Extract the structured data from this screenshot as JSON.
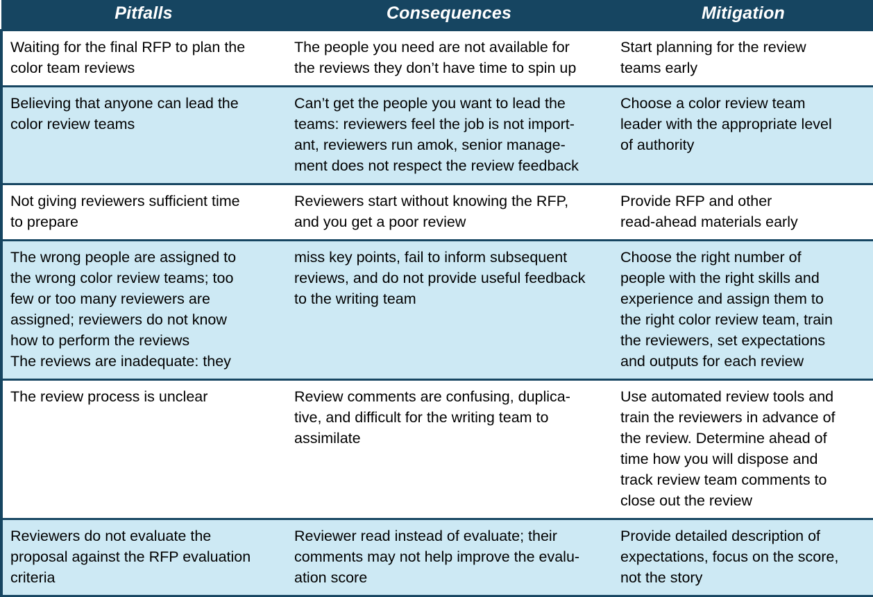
{
  "table": {
    "headers": [
      {
        "label": "Pitfalls",
        "name": "column-header-pitfalls"
      },
      {
        "label": "Consequences",
        "name": "column-header-consequences"
      },
      {
        "label": "Mitigation",
        "name": "column-header-mitigation"
      }
    ],
    "colors": {
      "header_background": "#164561",
      "header_text": "#ffffff",
      "row_background_odd": "#ffffff",
      "row_background_even": "#cde9f4",
      "border": "#164561",
      "body_text": "#000000"
    },
    "rows": [
      {
        "shade": "white",
        "pitfalls": [
          "Waiting for the final RFP to plan the",
          "color team reviews"
        ],
        "consequences": [
          "The people you need are not available for",
          "the reviews they don’t have time to spin up"
        ],
        "mitigation": [
          "Start planning for the review",
          "teams early"
        ]
      },
      {
        "shade": "blue",
        "pitfalls": [
          "Believing that anyone can lead the",
          "color review teams"
        ],
        "consequences": [
          "Can’t get the people you want to lead the",
          "teams: reviewers feel the job is not import-",
          "ant, reviewers run amok, senior manage-",
          "ment does not respect the review feedback"
        ],
        "mitigation": [
          "Choose a color review team",
          "leader with the appropriate level",
          "of authority"
        ]
      },
      {
        "shade": "white",
        "pitfalls": [
          "Not giving reviewers sufficient time",
          "to prepare"
        ],
        "consequences": [
          "Reviewers start without knowing the RFP,",
          "and you get a poor review"
        ],
        "mitigation": [
          "Provide RFP and other",
          "read-ahead materials early"
        ]
      },
      {
        "shade": "blue",
        "pitfalls": [
          "The wrong people are assigned to",
          "the wrong color review teams; too",
          "few or too many reviewers are",
          "assigned; reviewers do not know",
          "how to perform the reviews",
          "The reviews are inadequate: they"
        ],
        "consequences": [
          "miss key points, fail to inform subsequent",
          "reviews, and do not provide useful feedback",
          "to the writing team"
        ],
        "mitigation": [
          "Choose the right number of",
          "people with the right skills and",
          "experience and assign them to",
          "the right color review team, train",
          "the reviewers, set expectations",
          "and outputs for each review"
        ]
      },
      {
        "shade": "white",
        "pitfalls": [
          "The review process is unclear"
        ],
        "consequences": [
          "Review comments are confusing, duplica-",
          "tive, and difficult for the writing team to",
          "assimilate"
        ],
        "mitigation": [
          "Use automated review tools and",
          "train the reviewers in advance of",
          "the review. Determine ahead of",
          "time how you will dispose and",
          "track review team comments to",
          "close out the review"
        ]
      },
      {
        "shade": "blue",
        "pitfalls": [
          "Reviewers do not evaluate the",
          "proposal against the RFP evaluation",
          "criteria"
        ],
        "consequences": [
          "Reviewer read instead of evaluate; their",
          "comments may not help improve the evalu-",
          "ation score"
        ],
        "mitigation": [
          "Provide detailed description of",
          "expectations, focus on the score,",
          "not the story"
        ]
      }
    ]
  }
}
